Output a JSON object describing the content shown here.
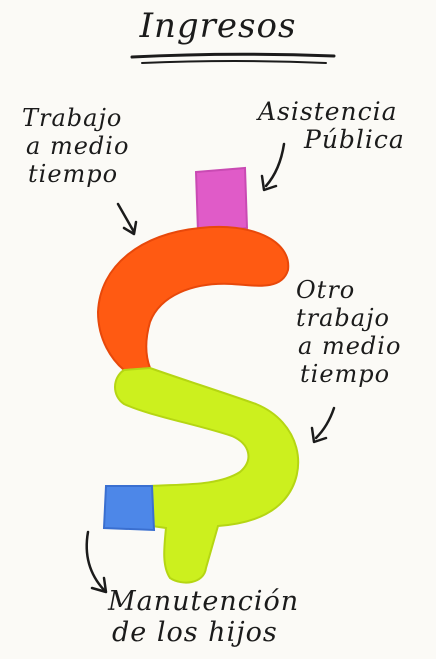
{
  "title": "Ingresos",
  "labels": {
    "trabajo_medio_tiempo": [
      "Trabajo",
      "a medio",
      "tiempo"
    ],
    "asistencia_publica": [
      "Asistencia",
      "Pública"
    ],
    "otro_trabajo": [
      "Otro",
      "trabajo",
      "a medio",
      "tiempo"
    ],
    "manutencion": [
      "Manutención",
      "de los hijos"
    ]
  },
  "colors": {
    "asistencia_publica": "#e05bc8",
    "trabajo_medio_tiempo": "#ff5a12",
    "otro_trabajo": "#ccf01e",
    "manutencion": "#4d87e8",
    "ink": "#1b1b1b"
  },
  "icons": [
    "dollar-sign-icon",
    "arrow-icon"
  ]
}
